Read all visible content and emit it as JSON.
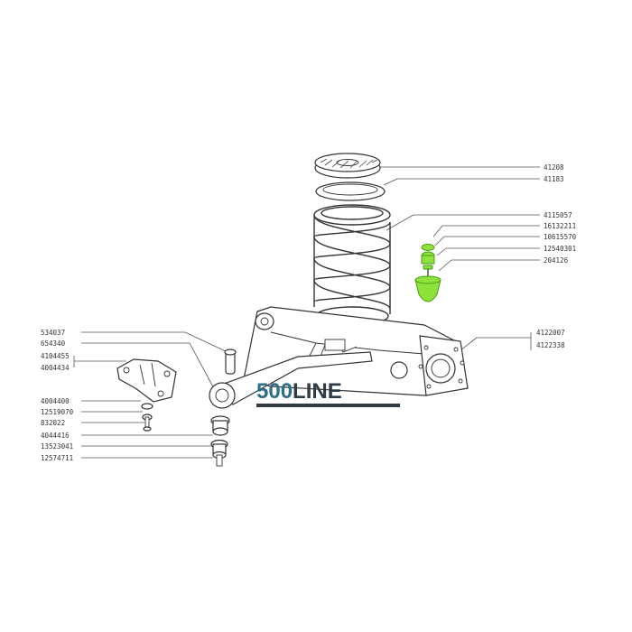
{
  "colors": {
    "logo_blue": "#2d6e8a",
    "logo_dark": "#2f3b45",
    "highlight_green": "#8de33a"
  },
  "logo": {
    "accent": "500",
    "rest": "LINE"
  },
  "part_numbers_left": [
    "534037",
    "654340",
    "4104455",
    "4004434",
    "4004400",
    "12519070",
    "832022",
    "4044416",
    "13523041",
    "12574711"
  ],
  "part_numbers_right": [
    "41208",
    "41183",
    "4115057",
    "16132211",
    "10615570",
    "12540301",
    "204126",
    "4122007",
    "4122338"
  ]
}
